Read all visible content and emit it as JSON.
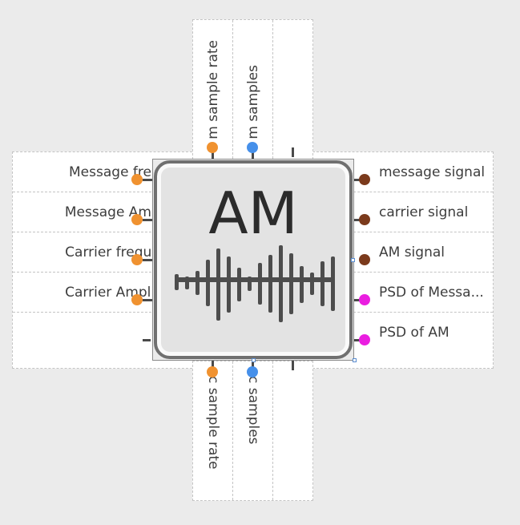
{
  "node": {
    "title": "AM",
    "icon": "audio-waveform-icon"
  },
  "inputs_left": [
    {
      "label": "Message freq...",
      "color": "#f09230"
    },
    {
      "label": "Message Amp...",
      "color": "#f09230"
    },
    {
      "label": "Carrier freque...",
      "color": "#f09230"
    },
    {
      "label": "Carrier Amplit...",
      "color": "#f09230"
    }
  ],
  "outputs_right": [
    {
      "label": "message signal",
      "color": "#7b3a1c"
    },
    {
      "label": "carrier signal",
      "color": "#7b3a1c"
    },
    {
      "label": "AM signal",
      "color": "#7b3a1c"
    },
    {
      "label": "PSD of Messa...",
      "color": "#ea1ee0"
    },
    {
      "label": "PSD of AM",
      "color": "#ea1ee0"
    }
  ],
  "top_ports": [
    {
      "label": "m sample rate",
      "color": "#f09230"
    },
    {
      "label": "m samples",
      "color": "#4690ea"
    }
  ],
  "bottom_ports": [
    {
      "label": "c sample rate",
      "color": "#f09230"
    },
    {
      "label": "c samples",
      "color": "#4690ea"
    }
  ]
}
